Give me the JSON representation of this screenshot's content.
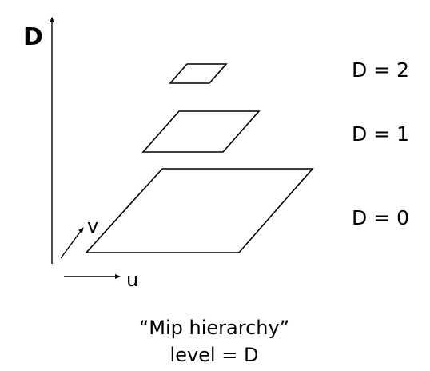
{
  "axes": {
    "vertical_label": "D",
    "u_label": "u",
    "v_label": "v"
  },
  "levels": [
    {
      "label": "D = 2"
    },
    {
      "label": "D = 1"
    },
    {
      "label": "D = 0"
    }
  ],
  "caption": {
    "line1": "“Mip hierarchy”",
    "line2": "level = D"
  }
}
